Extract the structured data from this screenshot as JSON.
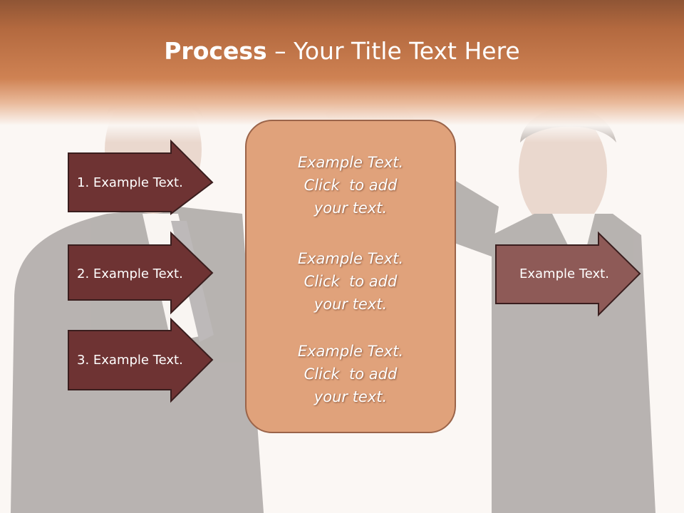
{
  "slide": {
    "title_bold": "Process",
    "title_rest": " – Your Title Text Here",
    "left_arrows": [
      {
        "label": "1. Example Text."
      },
      {
        "label": "2. Example Text."
      },
      {
        "label": "3. Example Text."
      }
    ],
    "center_blocks": [
      {
        "line1": "Example Text.",
        "line2": "Click  to add",
        "line3": "your text."
      },
      {
        "line1": "Example Text.",
        "line2": "Click  to add",
        "line3": "your text."
      },
      {
        "line1": "Example Text.",
        "line2": "Click  to add",
        "line3": "your text."
      }
    ],
    "right_arrow": {
      "label": "Example Text."
    }
  },
  "colors": {
    "header": "#c87a4c",
    "left_arrow_fill": "#6e3333",
    "right_arrow_fill": "#8e5a57",
    "center_box_fill": "#e0a27b",
    "center_box_border": "#9b6449"
  }
}
